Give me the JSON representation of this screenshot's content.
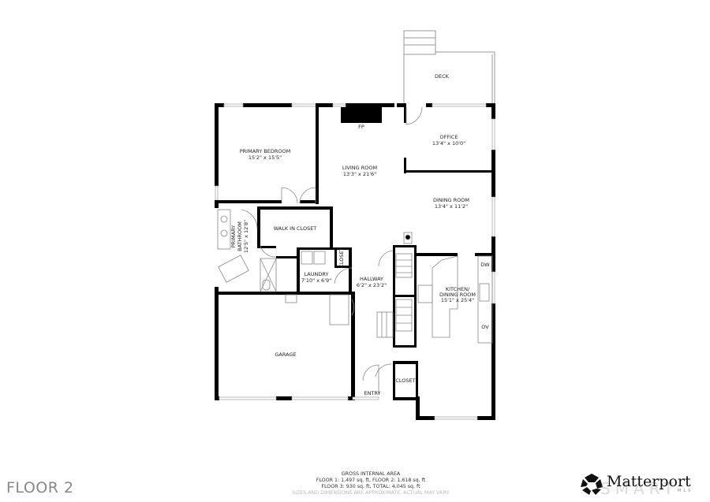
{
  "floor_label": "FLOOR 2",
  "rooms": {
    "deck": {
      "name": "DECK"
    },
    "fireplace": {
      "name": "FP"
    },
    "office": {
      "name": "OFFICE",
      "dims": "13'4\" x 10'0\""
    },
    "primary_bedroom": {
      "name": "PRIMARY BEDROOM",
      "dims": "15'2\" x 15'5\""
    },
    "living_room": {
      "name": "LIVING ROOM",
      "dims": "13'3\" x 21'6\""
    },
    "dining_room": {
      "name": "DINING ROOM",
      "dims": "13'4\" x 11'2\""
    },
    "walk_in_closet": {
      "name": "WALK IN CLOSET"
    },
    "primary_bathroom": {
      "name1": "PRIMARY",
      "name2": "BATHROOM",
      "dims": "12'5\" x 12'8\""
    },
    "laundry": {
      "name": "LAUNDRY",
      "dims": "7'10\" x 6'9\""
    },
    "closet_laundry": {
      "name": "CLOSET"
    },
    "hallway": {
      "name": "HALLWAY",
      "dims": "6'2\" x 23'2\""
    },
    "kitchen": {
      "name1": "KITCHEN/",
      "name2": "DINING ROOM",
      "dims": "15'1\" x 25'4\""
    },
    "dishwasher": {
      "name": "DW"
    },
    "oven": {
      "name": "OV"
    },
    "garage": {
      "name": "GARAGE"
    },
    "closet_entry": {
      "name": "CLOSET"
    },
    "entry": {
      "name": "ENTRY"
    }
  },
  "area": {
    "title": "GROSS INTERNAL AREA",
    "line1": "FLOOR 1: 1,497 sq. ft, FLOOR 2: 1,618 sq. ft",
    "line2": "FLOOR 3: 930 sq. ft, TOTAL: 4,045 sq. ft",
    "disclaimer": "SIZES AND DIMENSIONS ARE APPROXIMATE, ACTUAL MAY VARY."
  },
  "brand": {
    "name": "Matterport",
    "watermark": "SMART",
    "watermark_sub": "MLS"
  }
}
